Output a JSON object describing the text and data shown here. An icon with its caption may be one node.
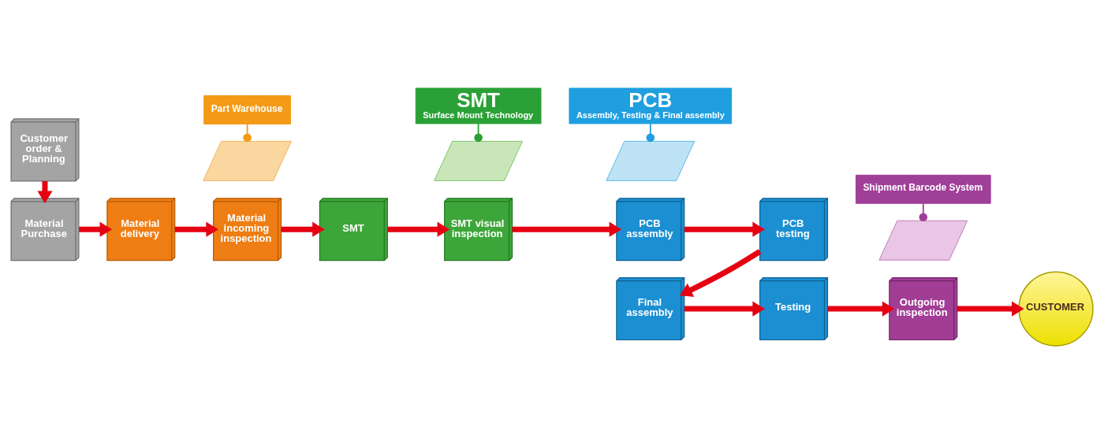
{
  "diagram": {
    "nodes": [
      {
        "text": [
          "Customer order & Planning"
        ]
      },
      {
        "text": [
          "Material Purchase"
        ]
      },
      {
        "text": [
          "Material delivery"
        ]
      },
      {
        "text": [
          "Material incoming inspection"
        ]
      },
      {
        "text": [
          "SMT"
        ]
      },
      {
        "text": [
          "SMT visual inspection"
        ]
      },
      {
        "text": [
          "PCB assembly"
        ]
      },
      {
        "text": [
          "PCB testing"
        ]
      },
      {
        "text": [
          "Final assembly"
        ]
      },
      {
        "text": [
          "Testing"
        ]
      },
      {
        "text": [
          "Outgoing inspection"
        ]
      },
      {
        "text": [
          "CUSTOMER"
        ]
      },
      {
        "text": [
          "Part Warehouse"
        ]
      },
      {
        "text": [],
        "shape": "parallelogram"
      },
      {
        "text": [
          "SMT",
          "Surface Mount Technology"
        ]
      },
      {
        "text": [],
        "shape": "parallelogram"
      },
      {
        "text": [
          "PCB",
          "Assembly, Testing & Final assembly"
        ]
      },
      {
        "text": [],
        "shape": "parallelogram"
      },
      {
        "text": [
          "Shipment Barcode System"
        ]
      },
      {
        "text": [],
        "shape": "parallelogram"
      }
    ],
    "edges": [
      {
        "from": 0,
        "to": 1,
        "arrow": "to"
      },
      {
        "from": 1,
        "to": 2,
        "arrow": "to"
      },
      {
        "from": 2,
        "to": 3,
        "arrow": "to"
      },
      {
        "from": 3,
        "to": 4,
        "arrow": "to"
      },
      {
        "from": 4,
        "to": 5,
        "arrow": "to"
      },
      {
        "from": 5,
        "to": 6,
        "arrow": "to"
      },
      {
        "from": 6,
        "to": 7,
        "arrow": "to"
      },
      {
        "from": 7,
        "to": 8,
        "arrow": "to"
      },
      {
        "from": 8,
        "to": 9,
        "arrow": "to"
      },
      {
        "from": 9,
        "to": 10,
        "arrow": "to"
      },
      {
        "from": 10,
        "to": 11,
        "arrow": "to"
      },
      {
        "from": 12,
        "to": 13,
        "arrow": "other",
        "color": "#f39a16"
      },
      {
        "from": 14,
        "to": 15,
        "arrow": "other",
        "color": "#2aa136"
      },
      {
        "from": 16,
        "to": 17,
        "arrow": "other",
        "color": "#1f9ee0"
      },
      {
        "from": 18,
        "to": 19,
        "arrow": "other",
        "color": "#a03f98"
      }
    ]
  }
}
